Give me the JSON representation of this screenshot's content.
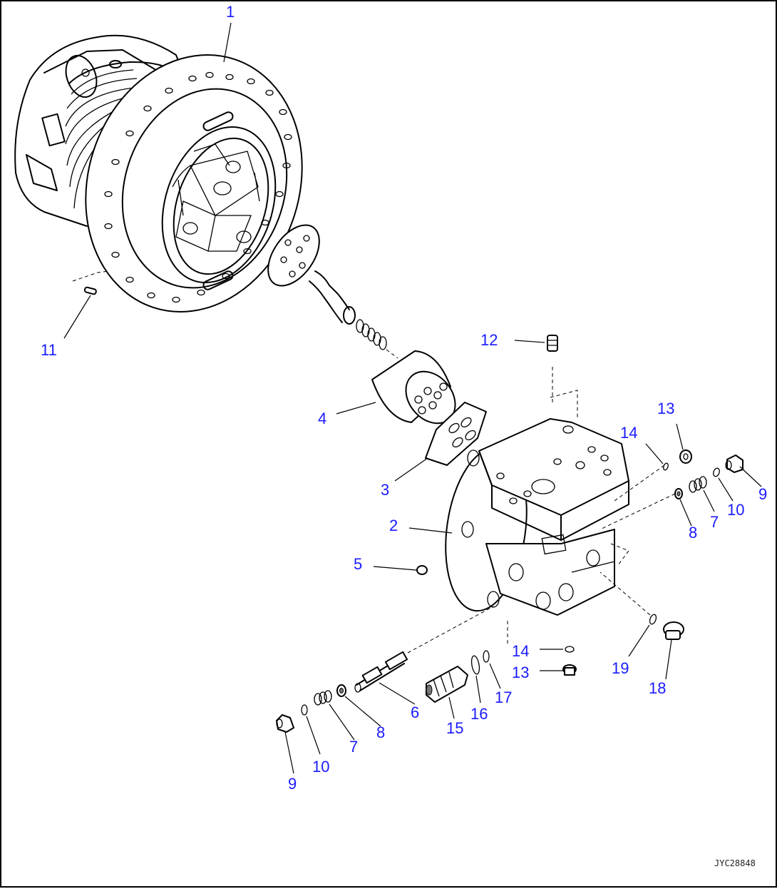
{
  "diagram": {
    "drawing_number": "JYC28848",
    "callouts": [
      {
        "id": "c1",
        "label": "1"
      },
      {
        "id": "c11",
        "label": "11"
      },
      {
        "id": "c12",
        "label": "12"
      },
      {
        "id": "c4",
        "label": "4"
      },
      {
        "id": "c3",
        "label": "3"
      },
      {
        "id": "c2",
        "label": "2"
      },
      {
        "id": "c5",
        "label": "5"
      },
      {
        "id": "c13a",
        "label": "13"
      },
      {
        "id": "c14a",
        "label": "14"
      },
      {
        "id": "c9a",
        "label": "9"
      },
      {
        "id": "c10a",
        "label": "10"
      },
      {
        "id": "c7a",
        "label": "7"
      },
      {
        "id": "c8a",
        "label": "8"
      },
      {
        "id": "c6",
        "label": "6"
      },
      {
        "id": "c14b",
        "label": "14"
      },
      {
        "id": "c13b",
        "label": "13"
      },
      {
        "id": "c19",
        "label": "19"
      },
      {
        "id": "c18",
        "label": "18"
      },
      {
        "id": "c15",
        "label": "15"
      },
      {
        "id": "c16",
        "label": "16"
      },
      {
        "id": "c17",
        "label": "17"
      },
      {
        "id": "c8b",
        "label": "8"
      },
      {
        "id": "c7b",
        "label": "7"
      },
      {
        "id": "c10b",
        "label": "10"
      },
      {
        "id": "c9b",
        "label": "9"
      }
    ]
  }
}
